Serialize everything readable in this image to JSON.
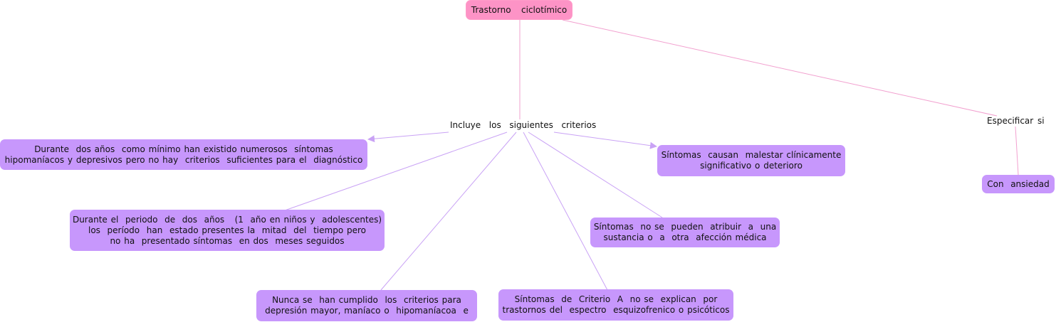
{
  "root": "Trastorno   ciclotímico",
  "link_phrases": {
    "criterios": "Incluye  los  siguientes  criterios",
    "especificar": "Especificar si"
  },
  "criterios": [
    "Durante  dos años  como mínimo han existido numerosos  síntomas\nhipomaníacos y depresivos pero no hay  criterios  suficientes para el  diagnóstico",
    "Durante el  periodo  de  dos  años   (1  año en niños y  adolescentes)\nlos  período  han  estado presentes la  mitad  del  tiempo pero\nno ha  presentado síntomas  en dos  meses seguidos",
    "Nunca se  han cumplido  los  criterios para\ndepresión mayor, maníaco o  hipomaníacoa  e",
    "Síntomas  de  Criterio  A  no se  explican  por\ntrastornos del  espectro  esquizofrenico o psicóticos",
    "Síntomas  no se  pueden  atribuir  a  una\nsustancia o  a  otra  afección médica",
    "Síntomas  causan  malestar clínicamente\nsignificativo o deterioro"
  ],
  "especificadores": [
    "Con  ansiedad"
  ],
  "colors": {
    "root_fill": "#fd93c6",
    "concept_fill": "#c797fc",
    "root_link": "#f2a0cf",
    "criteria_link": "#c9a2f5"
  }
}
